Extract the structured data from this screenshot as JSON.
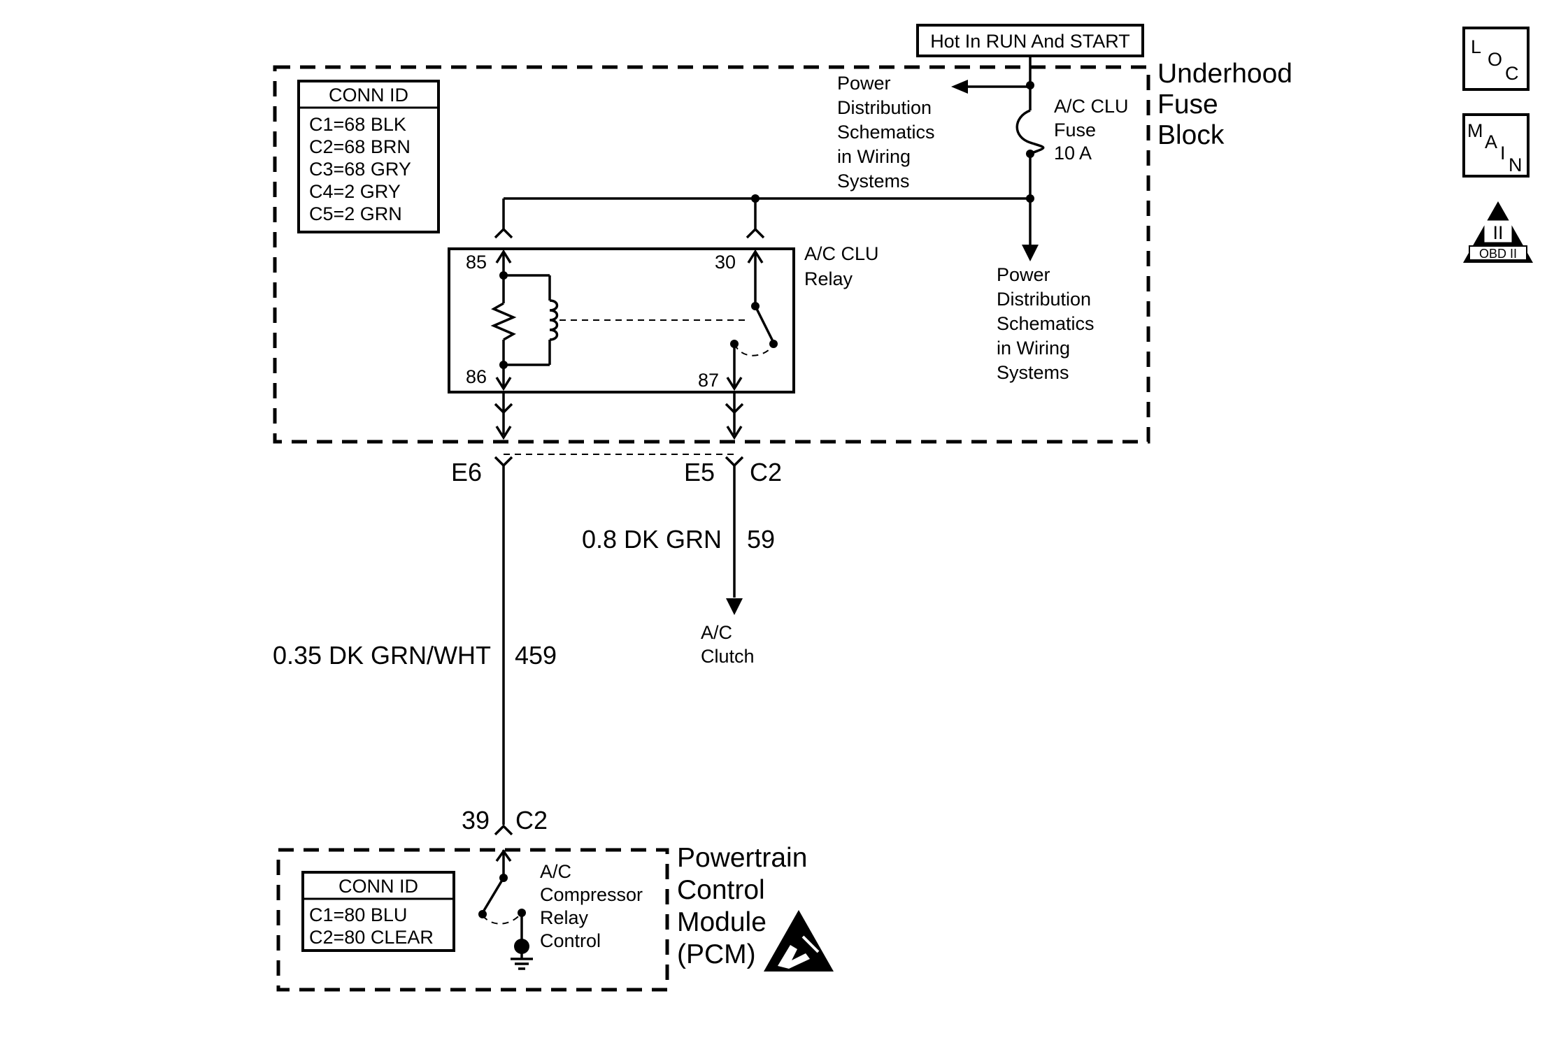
{
  "top_label": "Hot In RUN And START",
  "nav_icons": {
    "loc": [
      "L",
      "O",
      "C"
    ],
    "main": [
      "M",
      "A",
      "I",
      "N"
    ],
    "obd": {
      "numeral": "II",
      "label": "OBD II"
    }
  },
  "fuse_block": {
    "title": [
      "Underhood",
      "Fuse",
      "Block"
    ],
    "conn_id": {
      "header": "CONN ID",
      "rows": [
        "C1=68 BLK",
        "C2=68 BRN",
        "C3=68 GRY",
        "C4=2 GRY",
        "C5=2 GRN"
      ]
    },
    "fuse_label": [
      "A/C CLU",
      "Fuse",
      "10 A"
    ],
    "power_dist_top": [
      "Power",
      "Distribution",
      "Schematics",
      "in Wiring",
      "Systems"
    ],
    "power_dist_bottom": [
      "Power",
      "Distribution",
      "Schematics",
      "in Wiring",
      "Systems"
    ],
    "relay": {
      "label": [
        "A/C CLU",
        "Relay"
      ],
      "pins": {
        "p85": "85",
        "p86": "86",
        "p30": "30",
        "p87": "87"
      }
    }
  },
  "connectors": {
    "e6": "E6",
    "e5": "E5",
    "c2_top": "C2",
    "pin39": "39",
    "c2_bottom": "C2"
  },
  "wires": {
    "clutch_wire": {
      "desc": "0.8 DK GRN",
      "circuit": "59"
    },
    "control_wire": {
      "desc": "0.35 DK GRN/WHT",
      "circuit": "459"
    }
  },
  "clutch_label": [
    "A/C",
    "Clutch"
  ],
  "pcm": {
    "title": [
      "Powertrain",
      "Control",
      "Module",
      "(PCM)"
    ],
    "conn_id": {
      "header": "CONN ID",
      "rows": [
        "C1=80 BLU",
        "C2=80 CLEAR"
      ]
    },
    "control_label": [
      "A/C",
      "Compressor",
      "Relay",
      "Control"
    ]
  }
}
